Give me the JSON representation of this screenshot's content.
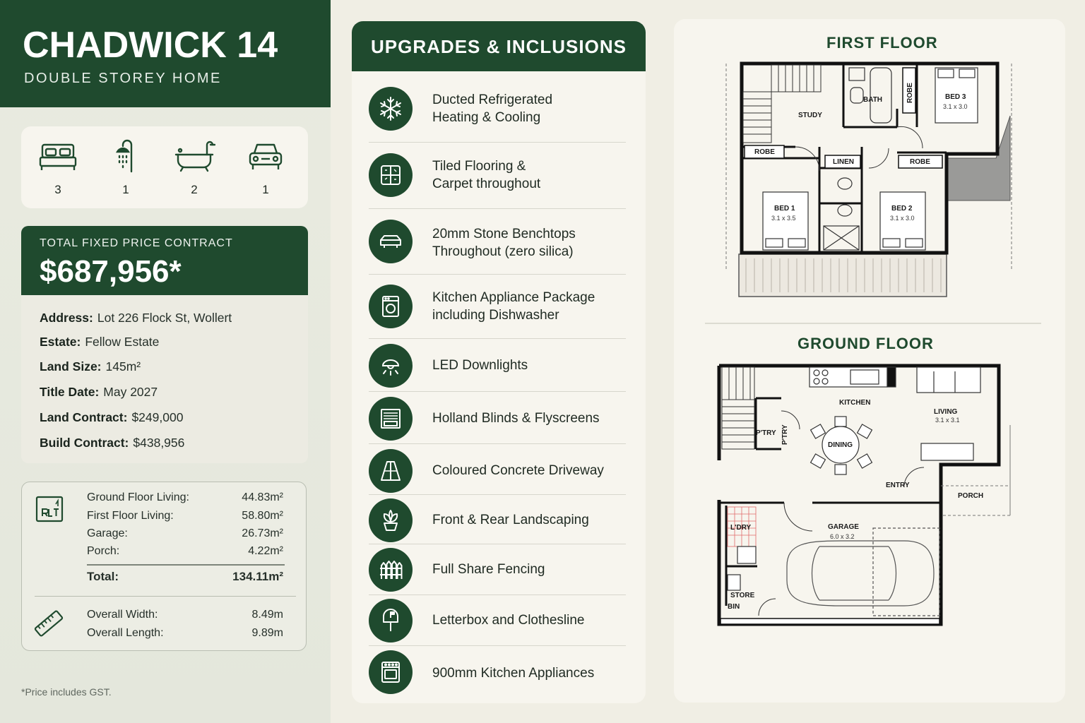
{
  "header": {
    "title": "CHADWICK 14",
    "subtitle": "DOUBLE STOREY HOME"
  },
  "features": [
    {
      "icon": "bed-icon",
      "count": "3"
    },
    {
      "icon": "shower-icon",
      "count": "1"
    },
    {
      "icon": "bathtub-icon",
      "count": "2"
    },
    {
      "icon": "car-icon",
      "count": "1"
    }
  ],
  "price": {
    "label": "TOTAL FIXED PRICE CONTRACT",
    "value": "$687,956*"
  },
  "details": [
    {
      "key": "Address:",
      "value": "Lot 226 Flock St, Wollert"
    },
    {
      "key": "Estate:",
      "value": "Fellow Estate"
    },
    {
      "key": "Land Size:",
      "value": "145m²"
    },
    {
      "key": "Title Date:",
      "value": "May 2027"
    },
    {
      "key": "Land Contract:",
      "value": "$249,000"
    },
    {
      "key": "Build Contract:",
      "value": "$438,956"
    }
  ],
  "areas": {
    "rows": [
      {
        "label": "Ground Floor Living:",
        "value": "44.83m²"
      },
      {
        "label": "First Floor Living:",
        "value": "58.80m²"
      },
      {
        "label": "Garage:",
        "value": "26.73m²"
      },
      {
        "label": "Porch:",
        "value": "4.22m²"
      }
    ],
    "total": {
      "label": "Total:",
      "value": "134.11m²"
    },
    "dimensions": [
      {
        "label": "Overall Width:",
        "value": "8.49m"
      },
      {
        "label": "Overall Length:",
        "value": "9.89m"
      }
    ]
  },
  "footnote": "*Price includes GST.",
  "inclusions": {
    "title": "UPGRADES & INCLUSIONS",
    "items": [
      {
        "icon": "snowflake-icon",
        "text": "Ducted Refrigerated\nHeating & Cooling"
      },
      {
        "icon": "tiles-icon",
        "text": "Tiled Flooring &\nCarpet throughout"
      },
      {
        "icon": "benchtop-icon",
        "text": "20mm Stone Benchtops\nThroughout (zero silica)"
      },
      {
        "icon": "dishwasher-icon",
        "text": "Kitchen Appliance Package\nincluding Dishwasher"
      },
      {
        "icon": "downlight-icon",
        "text": "LED Downlights"
      },
      {
        "icon": "blinds-icon",
        "text": "Holland Blinds & Flyscreens"
      },
      {
        "icon": "driveway-icon",
        "text": "Coloured Concrete Driveway"
      },
      {
        "icon": "plant-icon",
        "text": "Front & Rear Landscaping"
      },
      {
        "icon": "fence-icon",
        "text": "Full Share Fencing"
      },
      {
        "icon": "letterbox-icon",
        "text": "Letterbox and Clothesline"
      },
      {
        "icon": "oven-icon",
        "text": "900mm Kitchen Appliances"
      }
    ]
  },
  "plans": {
    "first_floor": {
      "title": "FIRST FLOOR",
      "rooms": {
        "study": "STUDY",
        "bath": "BATH",
        "robe_v": "ROBE",
        "bed3": "BED 3",
        "bed3_size": "3.1 x 3.0",
        "robe1": "ROBE",
        "linen": "LINEN",
        "robe2": "ROBE",
        "bed1": "BED 1",
        "bed1_size": "3.1 x 3.5",
        "bed2": "BED 2",
        "bed2_size": "3.1 x 3.0"
      }
    },
    "ground_floor": {
      "title": "GROUND FLOOR",
      "rooms": {
        "kitchen": "KITCHEN",
        "living": "LIVING",
        "living_size": "3.1 x 3.1",
        "ptry_h": "P'TRY",
        "ptry_v": "P'TRY",
        "dining": "DINING",
        "entry": "ENTRY",
        "porch": "PORCH",
        "ldry": "L'DRY",
        "garage": "GARAGE",
        "garage_size": "6.0 x 3.2",
        "store": "STORE",
        "bin": "BIN"
      }
    }
  }
}
